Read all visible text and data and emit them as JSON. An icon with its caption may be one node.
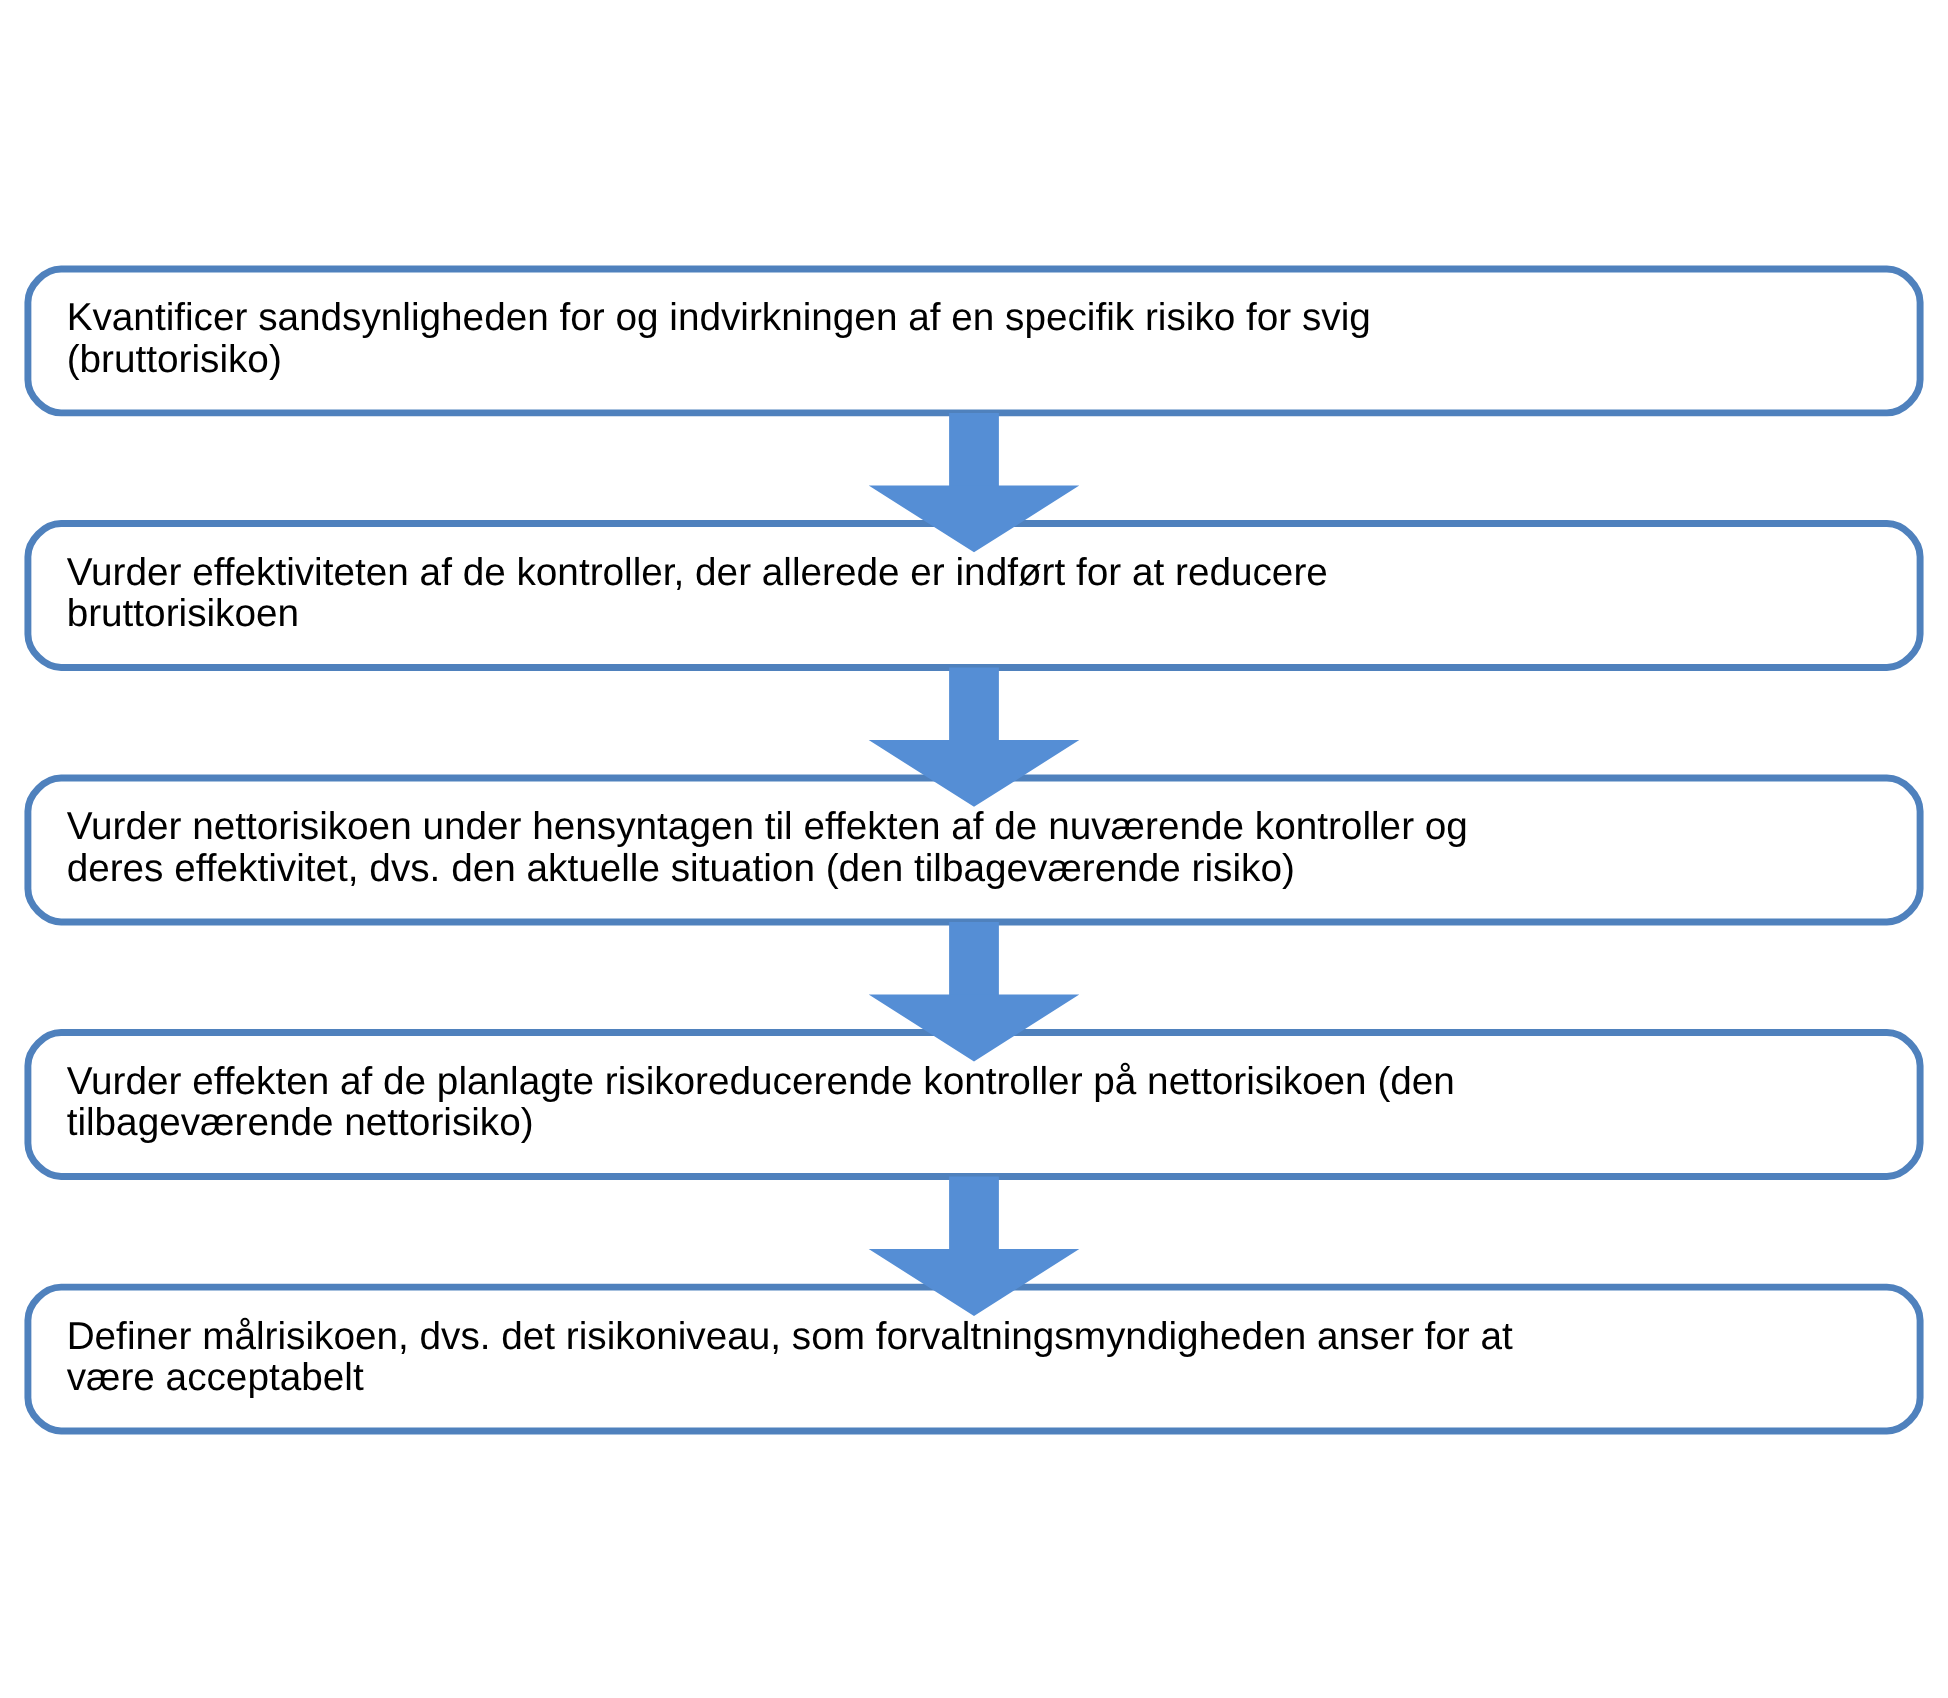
{
  "diagram": {
    "nodes": [
      {
        "text": [
          "Kvantificer sandsynligheden for og indvirkningen af en specifik risiko for svig (bruttorisiko)"
        ]
      },
      {
        "text": [
          "Vurder effektiviteten af de kontroller, der allerede er indført for at reducere bruttorisikoen"
        ]
      },
      {
        "text": [
          "Vurder nettorisikoen under hensyntagen til effekten af de nuværende kontroller og deres effektivitet, dvs. den aktuelle situation (den tilbageværende risiko)"
        ]
      },
      {
        "text": [
          "Vurder effekten af de planlagte risikoreducerende kontroller på nettorisikoen (den tilbageværende nettorisiko)"
        ]
      },
      {
        "text": [
          "Definer målrisikoen, dvs. det risikoniveau, som forvaltningsmyndigheden anser for at være acceptabelt"
        ]
      }
    ],
    "edges": [
      {
        "from": 0,
        "to": 1,
        "arrow": "to"
      },
      {
        "from": 1,
        "to": 2,
        "arrow": "to"
      },
      {
        "from": 2,
        "to": 3,
        "arrow": "to"
      },
      {
        "from": 3,
        "to": 4,
        "arrow": "to"
      }
    ]
  }
}
